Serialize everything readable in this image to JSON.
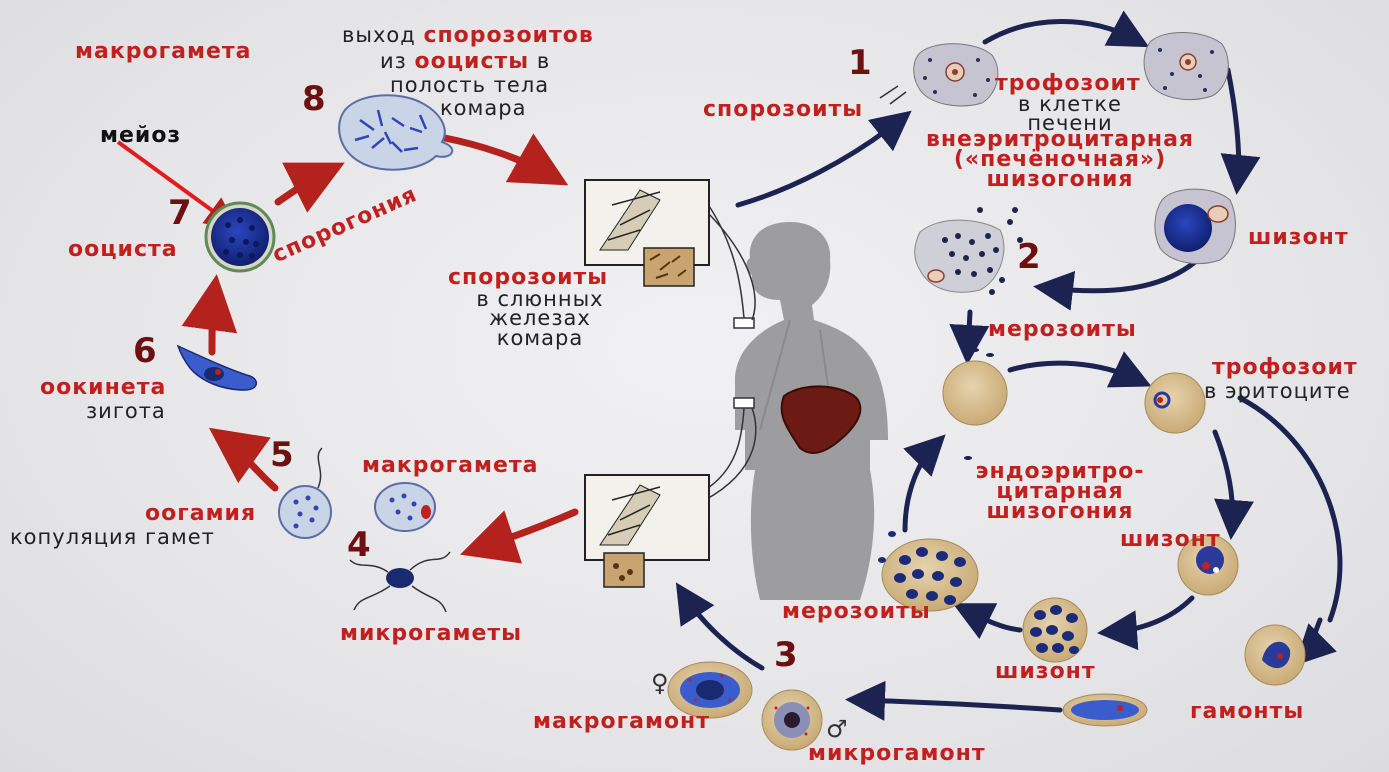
{
  "diagram": {
    "steps": [
      "1",
      "2",
      "3",
      "4",
      "5",
      "6",
      "7",
      "8"
    ],
    "labels": {
      "macrogameta_top": "макрогамета",
      "meiosis": "мейоз",
      "oocyst": "ооциста",
      "sporogony": "спорогония",
      "exit_1": "выход ",
      "exit_2": "спорозоитов",
      "exit_3": "из ",
      "exit_4": "ооцисты",
      "exit_5": " в",
      "exit_6": "полость тела",
      "exit_7": "комара",
      "sporozoites_right": "спорозоиты",
      "trophozoite_liver": "трофозоит",
      "in_liver_cell": "в клетке\nпечени",
      "exoerythrocytic": "внеэритроцитарная\n(«печёночная»)\nшизогония",
      "schizont_liver": "шизонт",
      "sporozoites_glands": "спорозоиты",
      "in_salivary": "в слюнных\nжелезах\nкомара",
      "merozoites_top": "мерозоиты",
      "trophozoite_rbc": "трофозоит",
      "in_erythrocyte": "в эритоците",
      "ookinete": "оокинета",
      "zygote": "зигота",
      "oogamy": "оогамия",
      "copulation": "копуляция гамет",
      "macrogameta": "макрогамета",
      "microgametes": "микрогаметы",
      "endoerythrocytic": "эндоэритро-\nцитарная\nшизогония",
      "schizont_rbc": "шизонт",
      "merozoites_bottom": "мерозоиты",
      "schizont_bottom": "шизонт",
      "gamonts": "гамонты",
      "macrogamont": "макрогамонт",
      "microgamont": "микрогамонт",
      "female": "♀",
      "male": "♂"
    },
    "colors": {
      "label_red": "#c0211f",
      "number_dark": "#6e1010",
      "arrow_red": "#b3221c",
      "arrow_navy": "#1c2350",
      "cell_blue": "#1b2d8f",
      "erythrocyte": "#d7bf93",
      "liver": "#6b1a14",
      "human_silhouette": "#9d9d9f"
    }
  }
}
